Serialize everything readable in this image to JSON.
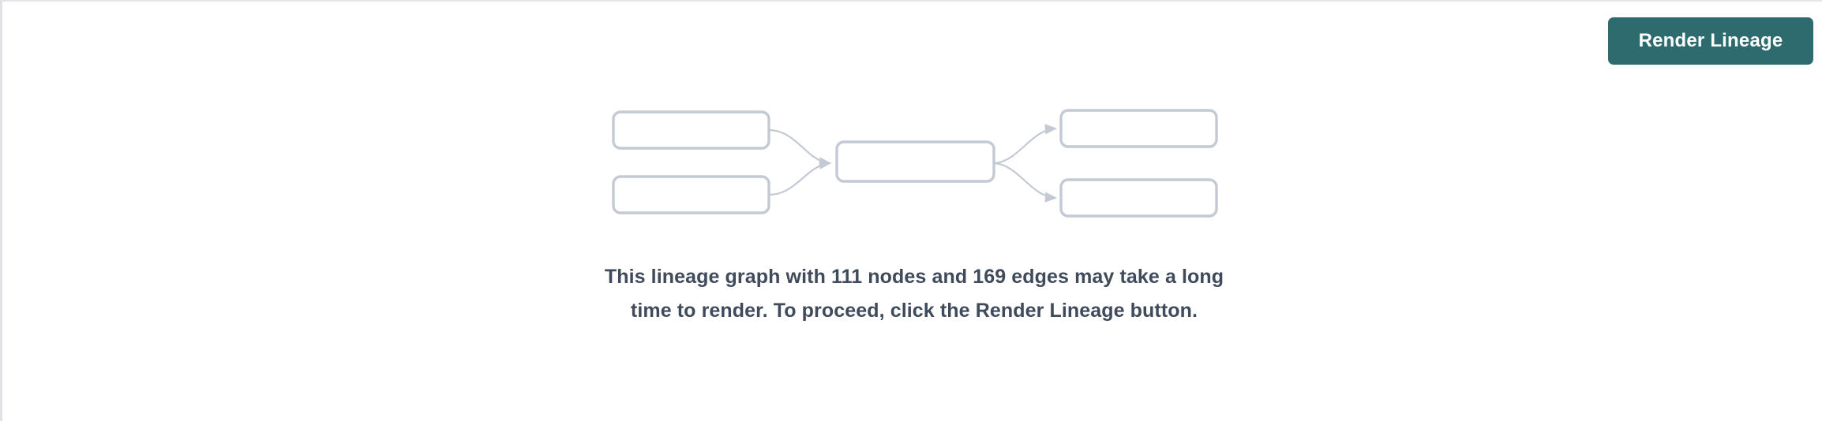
{
  "panel": {
    "background_color": "#ffffff",
    "border_color": "#e3e5e9"
  },
  "toolbar": {
    "render_button_label": "Render Lineage",
    "render_button_color": "#2d6b6f",
    "render_button_text_color": "#ffffff"
  },
  "placeholder_graph": {
    "node_border_color": "#c3cad4",
    "edge_color": "#c3cad4",
    "nodes": [
      {
        "id": "source-1",
        "label": "",
        "column": "left",
        "row": "top"
      },
      {
        "id": "source-2",
        "label": "",
        "column": "left",
        "row": "bottom"
      },
      {
        "id": "center-1",
        "label": "",
        "column": "center",
        "row": "middle"
      },
      {
        "id": "target-1",
        "label": "",
        "column": "right",
        "row": "top"
      },
      {
        "id": "target-2",
        "label": "",
        "column": "right",
        "row": "bottom"
      }
    ],
    "edges": [
      {
        "from": "source-1",
        "to": "center-1"
      },
      {
        "from": "source-2",
        "to": "center-1"
      },
      {
        "from": "center-1",
        "to": "target-1"
      },
      {
        "from": "center-1",
        "to": "target-2"
      }
    ]
  },
  "message": {
    "text": "This lineage graph with 111 nodes and 169 edges may take a long time to render. To proceed, click the Render Lineage button.",
    "node_count": 111,
    "edge_count": 169,
    "text_color": "#3f4a5a"
  }
}
